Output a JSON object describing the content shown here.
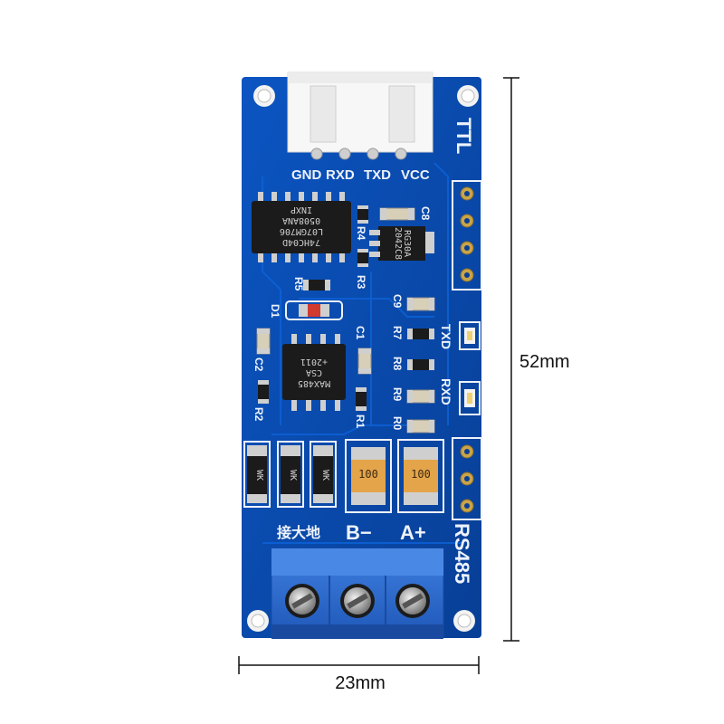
{
  "image": {
    "subject": "RS485 to TTL converter module",
    "colors": {
      "pcb": "#0a4fb8",
      "pcb_dark": "#083f96",
      "silk": "#eef3fb",
      "terminal": "#2f6fd6",
      "header": "#f4f4f4"
    }
  },
  "board_labels": {
    "ttl": "TTL",
    "rs485": "RS485",
    "gnd": "GND",
    "rxd": "RXD",
    "txd": "TXD",
    "vcc": "VCC",
    "led_txd": "TXD",
    "led_rxd": "RXD",
    "ground": "接大地",
    "b_minus": "B−",
    "a_plus": "A+"
  },
  "components": {
    "u1_marking": [
      "74HC04D",
      "L07GM706",
      "0508ANA",
      "INXP"
    ],
    "u2_marking": [
      "MAX485",
      "CSA",
      "+2011"
    ],
    "regulator_marking": [
      "RG30A",
      "2042C8"
    ],
    "tvs_marking": "WK",
    "fuse_marking": "100",
    "designators": {
      "c8": "C8",
      "r4": "R4",
      "r3": "R3",
      "r5": "R5",
      "d1": "D1",
      "c9": "C9",
      "r7": "R7",
      "r8": "R8",
      "r9": "R9",
      "r0": "R0",
      "c1": "C1",
      "c2": "C2",
      "r2": "R2",
      "r1": "R1"
    }
  },
  "dimensions": {
    "height_label": "52mm",
    "width_label": "23mm"
  }
}
